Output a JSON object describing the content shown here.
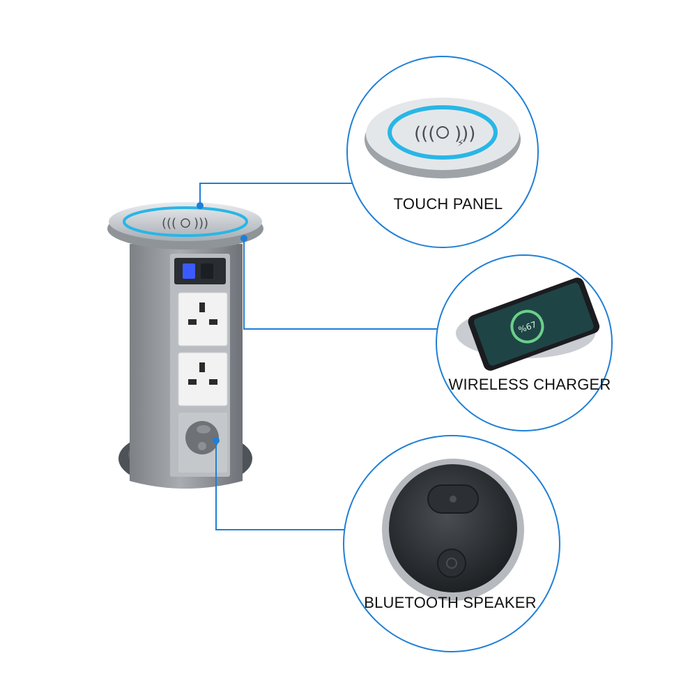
{
  "callouts": {
    "touch_panel": {
      "label": "TOUCH PANEL"
    },
    "wireless_charger": {
      "label": "WIRELESS CHARGER",
      "phone_display": "%67"
    },
    "bluetooth_speaker": {
      "label": "BLUETOOTH SPEAKER"
    }
  },
  "colors": {
    "callout_line": "#1f7fd6",
    "panel_ring": "#29b6e6",
    "body_silver": "#9a9ea3",
    "socket_white": "#f2f2f2",
    "usb_led": "#3b5bff"
  }
}
